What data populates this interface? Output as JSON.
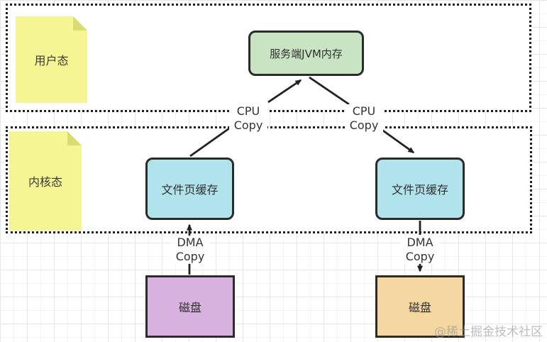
{
  "diagram": {
    "user_mode_note": "用户态",
    "kernel_mode_note": "内核态",
    "jvm_box": "服务端JVM内存",
    "page_cache_left": "文件页缓存",
    "page_cache_right": "文件页缓存",
    "disk_left": "磁盘",
    "disk_right": "磁盘",
    "cpu_copy": {
      "line1": "CPU",
      "line2": "Copy"
    },
    "dma_copy": {
      "line1": "DMA",
      "line2": "Copy"
    }
  },
  "colors": {
    "jvm_fill": "#c9e4c3",
    "page_cache_fill": "#b0e3ec",
    "disk_left_fill": "#d7b2de",
    "disk_right_fill": "#f5d7a1",
    "note_fill": "#f5f693",
    "note_fold": "#d9dc6f",
    "border": "#2b2b2b",
    "arrow": "#222222"
  },
  "watermark": "@稀土掘金技术社区"
}
